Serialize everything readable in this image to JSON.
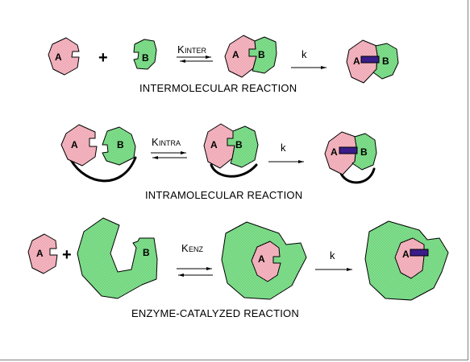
{
  "labels": {
    "a": "A",
    "b": "B",
    "plus": "+"
  },
  "rows": {
    "inter": {
      "title": "INTERMOLECULAR REACTION",
      "k_eq_main": "K",
      "k_eq_sub": "INTER",
      "k_rate": "k"
    },
    "intra": {
      "title": "INTRAMOLECULAR REACTION",
      "k_eq_main": "K",
      "k_eq_sub": "INTRA",
      "k_rate": "k"
    },
    "enz": {
      "title": "ENZYME-CATALYZED  REACTION",
      "k_eq_main": "K",
      "k_eq_sub": "ENZ",
      "k_rate": "k"
    }
  },
  "colors": {
    "pink": "#f4b8c4",
    "green": "#7fd88a",
    "bond": "#3a1d8a"
  }
}
